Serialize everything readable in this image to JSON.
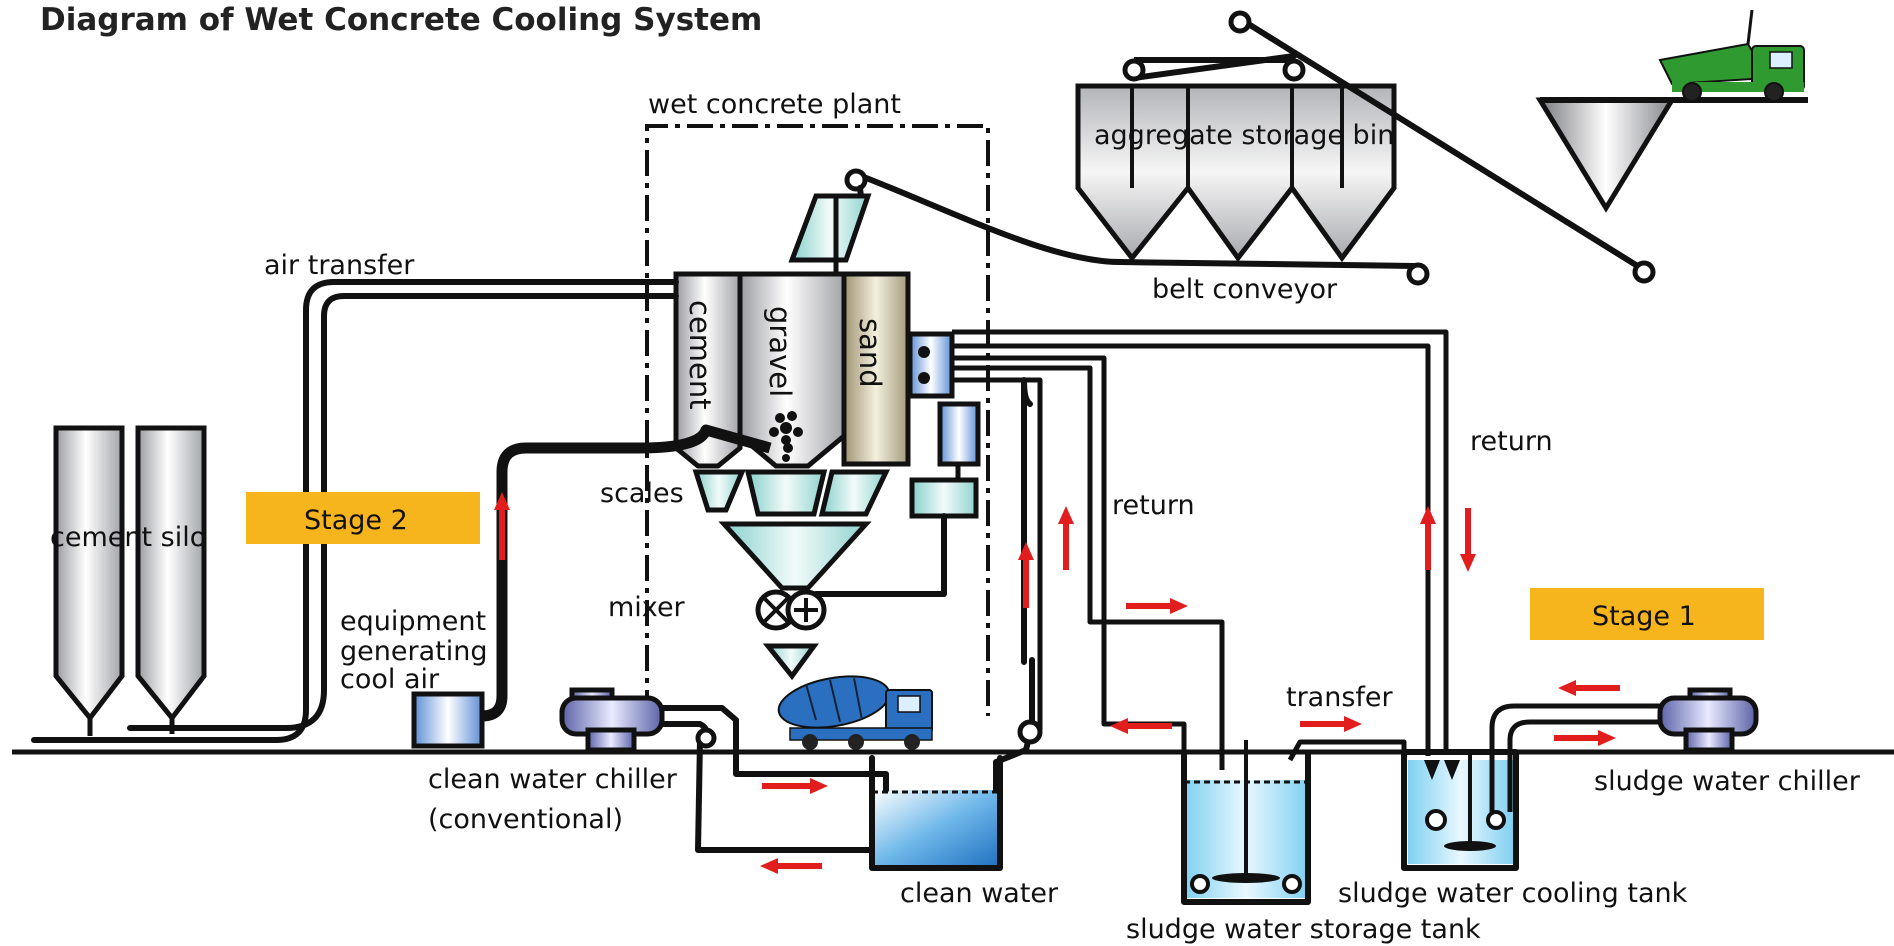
{
  "title": "Diagram of Wet Concrete Cooling System",
  "stages": [
    {
      "label": "Stage 2"
    },
    {
      "label": "Stage 1"
    }
  ],
  "labels": {
    "wet_concrete_plant": "wet concrete plant",
    "aggregate_storage_bin": "aggregate storage bin",
    "belt_conveyor": "belt conveyor",
    "air_transfer": "air transfer",
    "cement_silo": "cement silo",
    "cement": "cement",
    "gravel": "gravel",
    "sand": "sand",
    "scales": "scales",
    "mixer": "mixer",
    "return_left": "return",
    "return_right": "return",
    "transfer": "transfer",
    "equipment_1": "equipment",
    "equipment_2": "generating",
    "equipment_3": "cool air",
    "clean_water_chiller_1": "clean water chiller",
    "clean_water_chiller_2": "(conventional)",
    "clean_water": "clean water",
    "sludge_water_storage_tank": "sludge water storage tank",
    "sludge_water_cooling_tank": "sludge water cooling tank",
    "sludge_water_chiller": "sludge water chiller"
  },
  "colors": {
    "stage_badge": "#f7b51d",
    "flow_arrow": "#e21d1d",
    "water": "#4aa3e0",
    "mixer_truck": "#2a6fc0",
    "dump_truck": "#2f9a2f"
  }
}
